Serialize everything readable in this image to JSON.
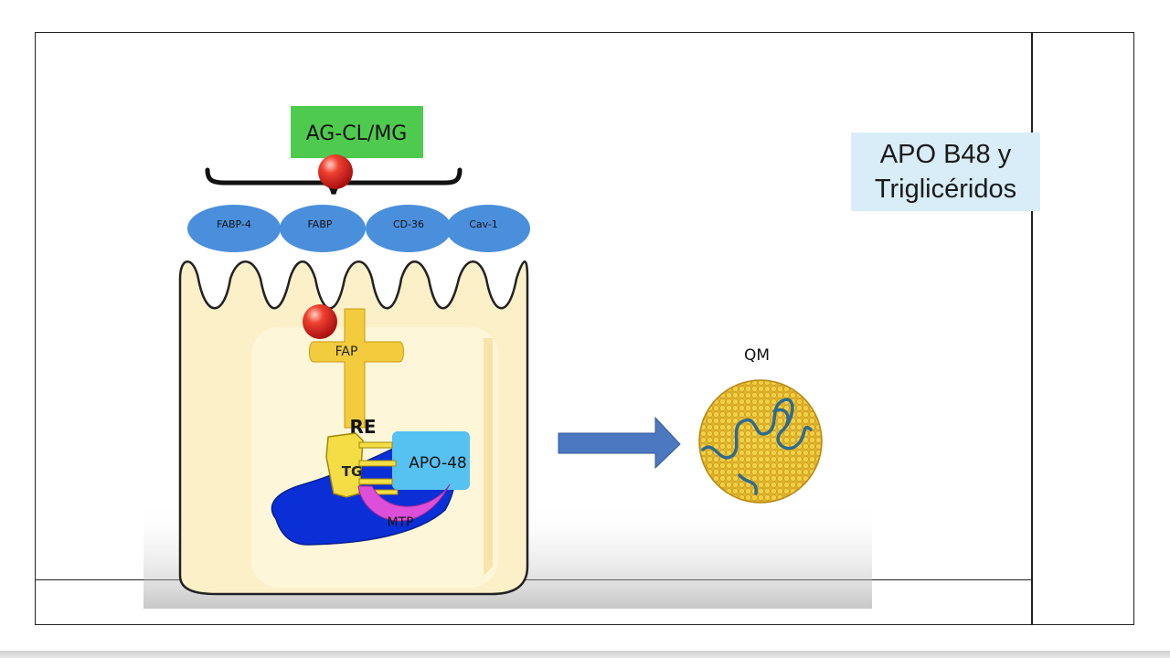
{
  "slide": {
    "title_box": {
      "line1": "APO B48 y",
      "line2": "Triglicéridos"
    }
  },
  "diagram": {
    "ligand_label": "AG-CL/MG",
    "transporters": [
      "FABP-4",
      "FABP",
      "CD-36",
      "Cav-1"
    ],
    "fap_label": "FAP",
    "re_label": "RE",
    "tg_label": "TG",
    "apo_label": "APO-48",
    "mtp_label": "MTP",
    "qm_label": "QM",
    "colors": {
      "ligand_box": "#4ecb4e",
      "transporter": "#4a8fdc",
      "cell": "#fbf0c8",
      "fap": "#f2cc3d",
      "er": "#0b2fd6",
      "apo": "#55c2f2",
      "mtp": "#dd4fd8",
      "arrow": "#4b78c0",
      "lipid": "#f4ce38"
    }
  }
}
